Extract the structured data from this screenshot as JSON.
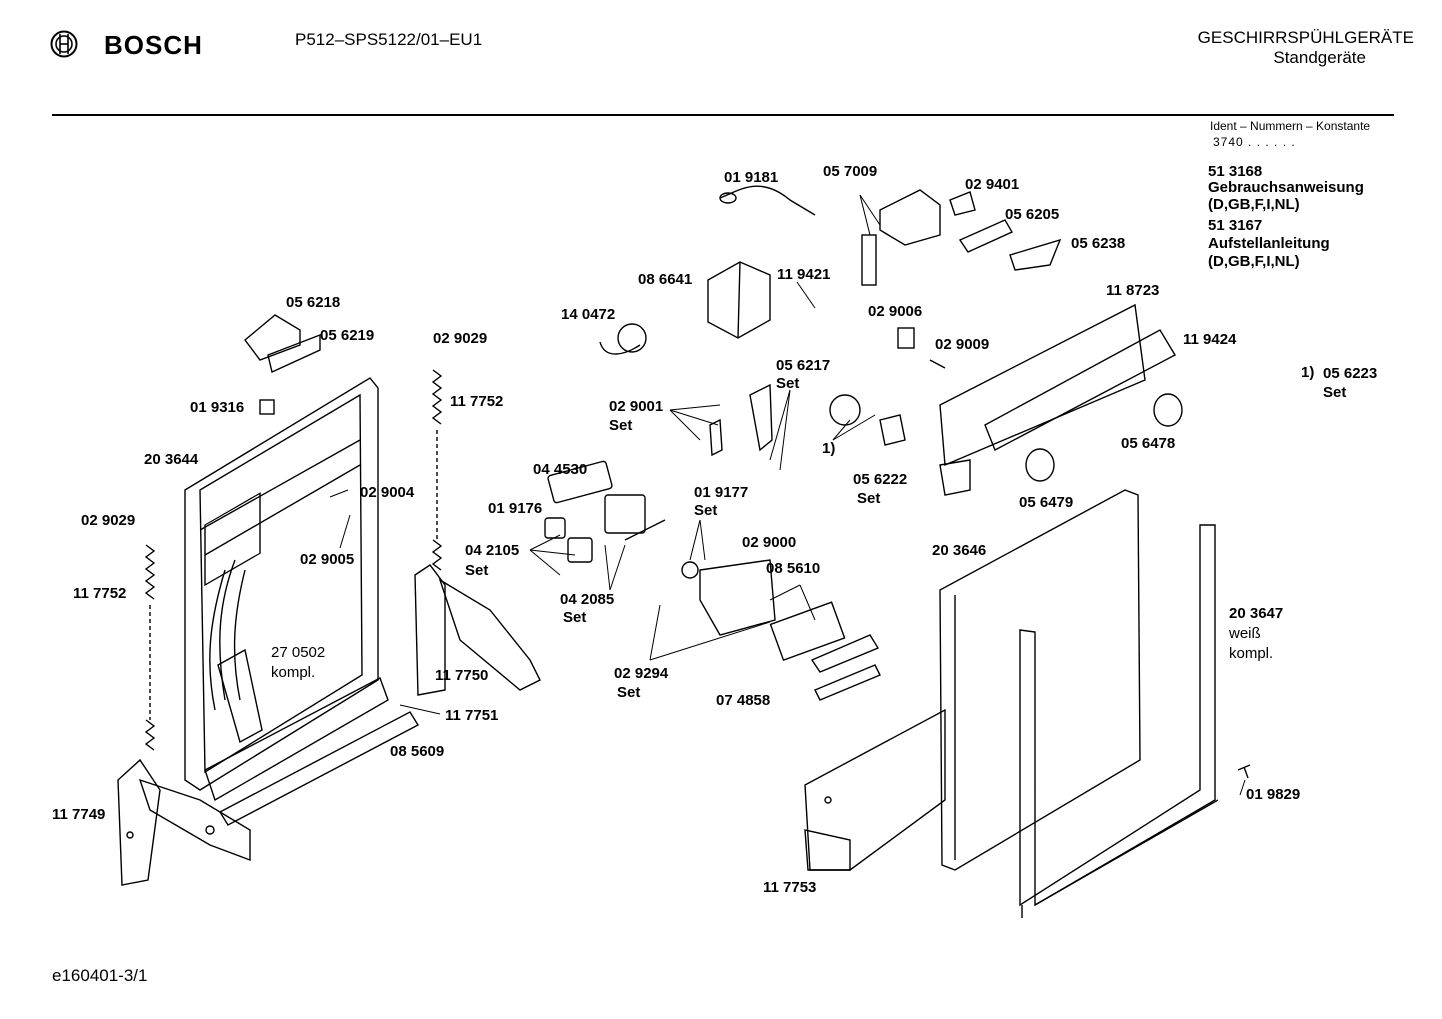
{
  "header": {
    "brand": "BOSCH",
    "model": "P512–SPS5122/01–EU1",
    "category": "GESCHIRRSPÜHLGERÄTE",
    "subcategory": "Standgeräte"
  },
  "ident": {
    "label": "Ident – Nummern – Konstante",
    "value": "3740  .  .  .  .  .  ."
  },
  "documents": [
    {
      "number": "51 3168",
      "title": "Gebrauchsanweisung",
      "langs": "(D,GB,F,I,NL)"
    },
    {
      "number": "51 3167",
      "title": "Aufstellanleitung",
      "langs": "(D,GB,F,I,NL)"
    }
  ],
  "parts": {
    "p019181": "01 9181",
    "p057009": "05 7009",
    "p029401": "02 9401",
    "p056205": "05 6205",
    "p056238": "05 6238",
    "p086641": "08 6641",
    "p119421": "11 9421",
    "p140472": "14 0472",
    "p029006": "02 9006",
    "p118723": "11 8723",
    "p119424": "11 9424",
    "p029009": "02 9009",
    "p056218": "05 6218",
    "p056219": "05 6219",
    "p029029a": "02 9029",
    "p117752a": "11 7752",
    "p019316": "01 9316",
    "p056217": "05 6217",
    "set": "Set",
    "p029001": "02 9001",
    "footnote1": "1)",
    "p056223": "05 6223",
    "p056478": "05 6478",
    "p056222": "05 6222",
    "p203644": "20 3644",
    "p029004": "02 9004",
    "p044530": "04 4530",
    "p019176": "01 9176",
    "p019177": "01 9177",
    "p056479": "05 6479",
    "p029029b": "02 9029",
    "p029005": "02 9005",
    "p042105": "04 2105",
    "p029000": "02 9000",
    "p203646": "20 3646",
    "p085610": "08 5610",
    "p117752b": "11 7752",
    "p042085": "04 2085",
    "p203647": "20 3647",
    "weiss": "weiß",
    "kompl": "kompl.",
    "p270502": "27 0502",
    "p029294": "02 9294",
    "p117750": "11 7750",
    "p117751": "11 7751",
    "p074858": "07 4858",
    "p085609": "08 5609",
    "p019829": "01 9829",
    "p117749": "11 7749",
    "p117753": "11 7753"
  },
  "footer": "e160401-3/1"
}
